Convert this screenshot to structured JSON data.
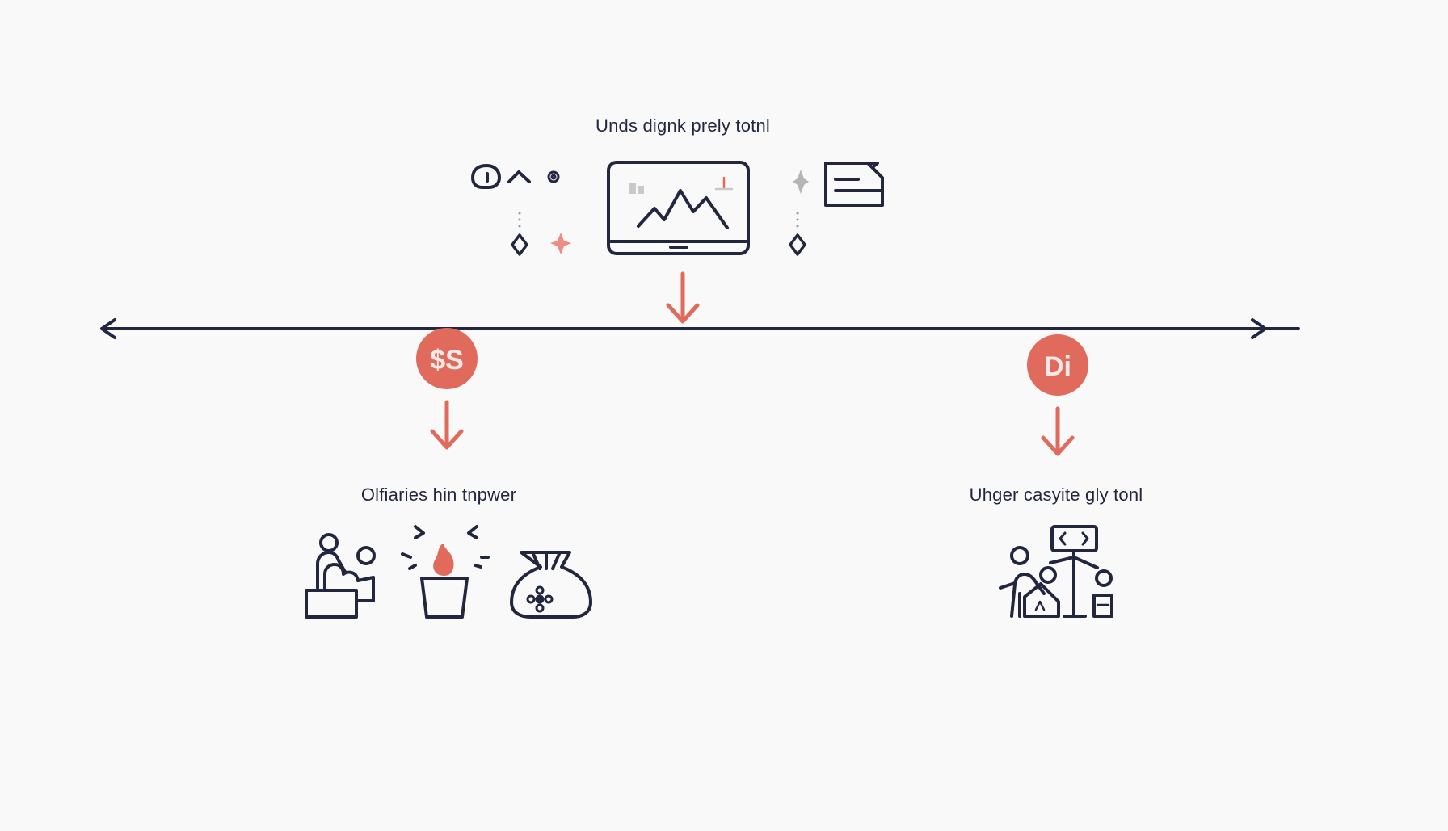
{
  "diagram": {
    "top_label": "Unds dignk prely totnl",
    "left_label": "Olfiaries hin tnpwer",
    "right_label": "Uhger casyite gly tonl",
    "left_badge_text": "$S",
    "right_badge_text": "Di",
    "icons": {
      "top_group": [
        "lightbulb-icon",
        "chevron-up-icon",
        "gear-icon",
        "location-pin-icon",
        "sparkle-icon",
        "laptop-chart-icon",
        "sparkle-icon",
        "document-card-icon",
        "location-pin-icon"
      ],
      "left_group": [
        "person-at-desk-icon",
        "fire-pot-icon",
        "money-bag-icon"
      ],
      "right_group": [
        "team-network-icon"
      ]
    }
  },
  "colors": {
    "ink": "#22263f",
    "accent": "#e06a5c",
    "background": "#f8f9f8",
    "muted": "#9a9a9a"
  }
}
